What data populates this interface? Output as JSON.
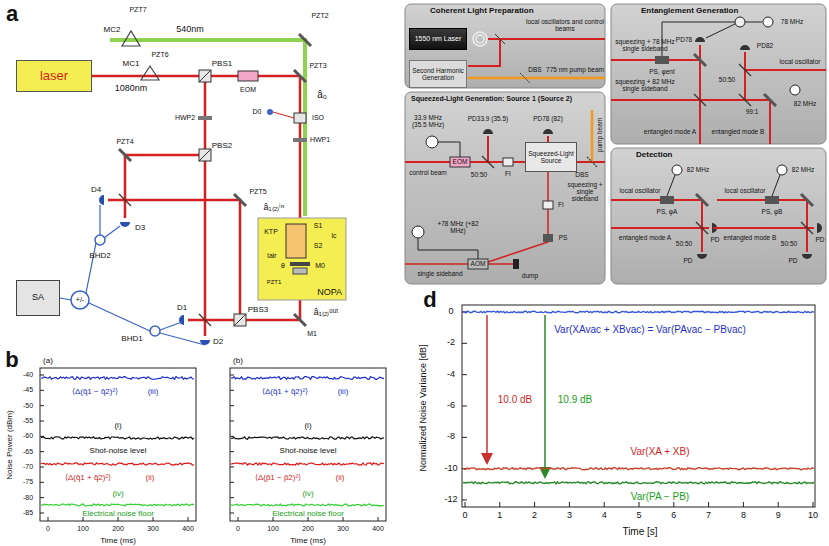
{
  "diagram": {
    "nodes": [
      {
        "text": [
          "laser"
        ]
      },
      {
        "text": [
          "NOPA"
        ]
      },
      {
        "text": [
          "SA"
        ]
      },
      {
        "text": [
          "Coherent Light Preparation"
        ]
      },
      {
        "text": [
          "1550 nm Laser"
        ],
        "in": 3
      },
      {
        "text": [
          "Second Harmonic Generation"
        ],
        "in": 3
      },
      {
        "text": [
          "Entanglement Generation"
        ]
      },
      {
        "text": [
          "Squeezed-Light Generation: Source 1 (Source 2)"
        ]
      },
      {
        "text": [
          "Squeezed-Light Source"
        ],
        "in": 7
      },
      {
        "text": [
          "Detection"
        ]
      }
    ],
    "labels": [
      "a",
      "MC2",
      "PZT7",
      "540nm",
      "PZT2",
      "PZT6",
      "MC1",
      "1080nm",
      "PBS1",
      "EOM",
      "PZT3",
      "HWP2",
      "PBS2",
      "D0",
      "ISO",
      "HWP1",
      "â₀",
      "PZT4",
      "D4",
      "D3",
      "BHD2",
      "PZT5",
      "â₁₍₂₎ⁱⁿ",
      "KTP",
      "S1",
      "S2",
      "lc",
      "lair",
      "θ",
      "M0",
      "PZT1",
      "â₁₍₂₎ᵒᵘᵗ",
      "M1",
      "D1",
      "D2",
      "PBS3",
      "BHD1",
      "+/-",
      "b",
      "(a)",
      "Noise Power (dBm)",
      "-40",
      "-45",
      "-50",
      "-55",
      "-60",
      "-65",
      "-70",
      "-75",
      "-80",
      "-85",
      "0",
      "100",
      "200",
      "300",
      "400",
      "Time (ms)",
      "⟨Δ(q̂1 − q̂2)²⟩",
      "(iii)",
      "(i)",
      "Shot-noise level",
      "⟨Δ(q̂1 + q̂2)²⟩",
      "(ii)",
      "(iv)",
      "Electrical noise floor",
      "(b)",
      "0",
      "100",
      "200",
      "300",
      "400",
      "Time (ms)",
      "⟨Δ(q̂1 + q̂2)²⟩",
      "(iii)",
      "(i)",
      "Shot-noise level",
      "⟨Δ(p̂1 − p̂2)²⟩",
      "(ii)",
      "(iv)",
      "Electrical noise floor",
      "local oscillators and control beams",
      "775 nm pump beam",
      "DBS",
      "squeezing + 78 MHz single sideband",
      "squeezing + 82 MHz single sideband",
      "PS, φent",
      "78 MHz",
      "PD78",
      "50:50",
      "PD82",
      "entangled mode A",
      "entangled mode B",
      "99:1",
      "local oscillator",
      "82 MHz",
      "33.9 MHz (35.5 MHz)",
      "control beam",
      "EOM",
      "PD33.9 (35.5)",
      "PD78 (82)",
      "50:50",
      "FI",
      "FI",
      "DBS",
      "pump beam",
      "squeezing + single sideband",
      "+78 MHz (+82 MHz)",
      "single sideband",
      "AOM",
      "dump",
      "PS",
      "82 MHz",
      "local oscillator",
      "PS, φA",
      "entangled mode A",
      "50:50",
      "PD",
      "PD",
      "82 MHz",
      "local oscillator",
      "PS, φB",
      "entangled mode B",
      "50:50",
      "PD",
      "PD",
      "d",
      "Normalized Noise Variance [dB]",
      "0",
      "-2",
      "-4",
      "-6",
      "-8",
      "-10",
      "-12",
      "0",
      "1",
      "2",
      "3",
      "4",
      "5",
      "6",
      "7",
      "8",
      "9",
      "10",
      "Time [s]",
      "Var(XAvac + XBvac) = Var(PAvac − PBvac)",
      "10.0 dB",
      "10.9 dB",
      "Var(XA + XB)",
      "Var(PA − PB)"
    ]
  }
}
